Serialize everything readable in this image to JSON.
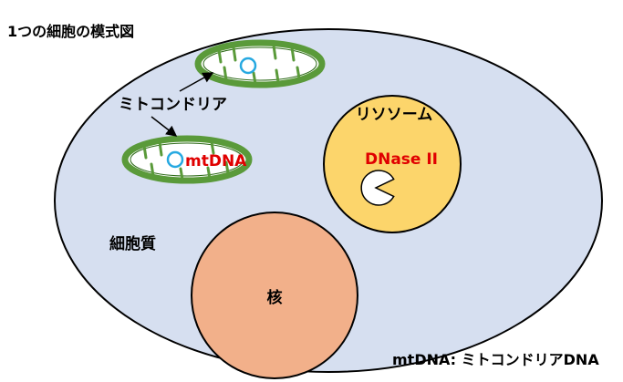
{
  "title": "1つの細胞の模式図",
  "labels": {
    "mitochondria": "ミトコンドリア",
    "lysosome": "リソソーム",
    "dnase": "DNase II",
    "cytoplasm": "細胞質",
    "nucleus": "核",
    "mtdna": "mtDNA"
  },
  "footnote": "mtDNA: ミトコンドリアDNA",
  "colors": {
    "cell_fill": "#d6dff0",
    "mito_outer": "#5a9a3a",
    "lysosome_fill": "#fcd56b",
    "nucleus_fill": "#f2b08a",
    "mtdna_circle": "#27a9e1",
    "red_text": "#e00000"
  }
}
